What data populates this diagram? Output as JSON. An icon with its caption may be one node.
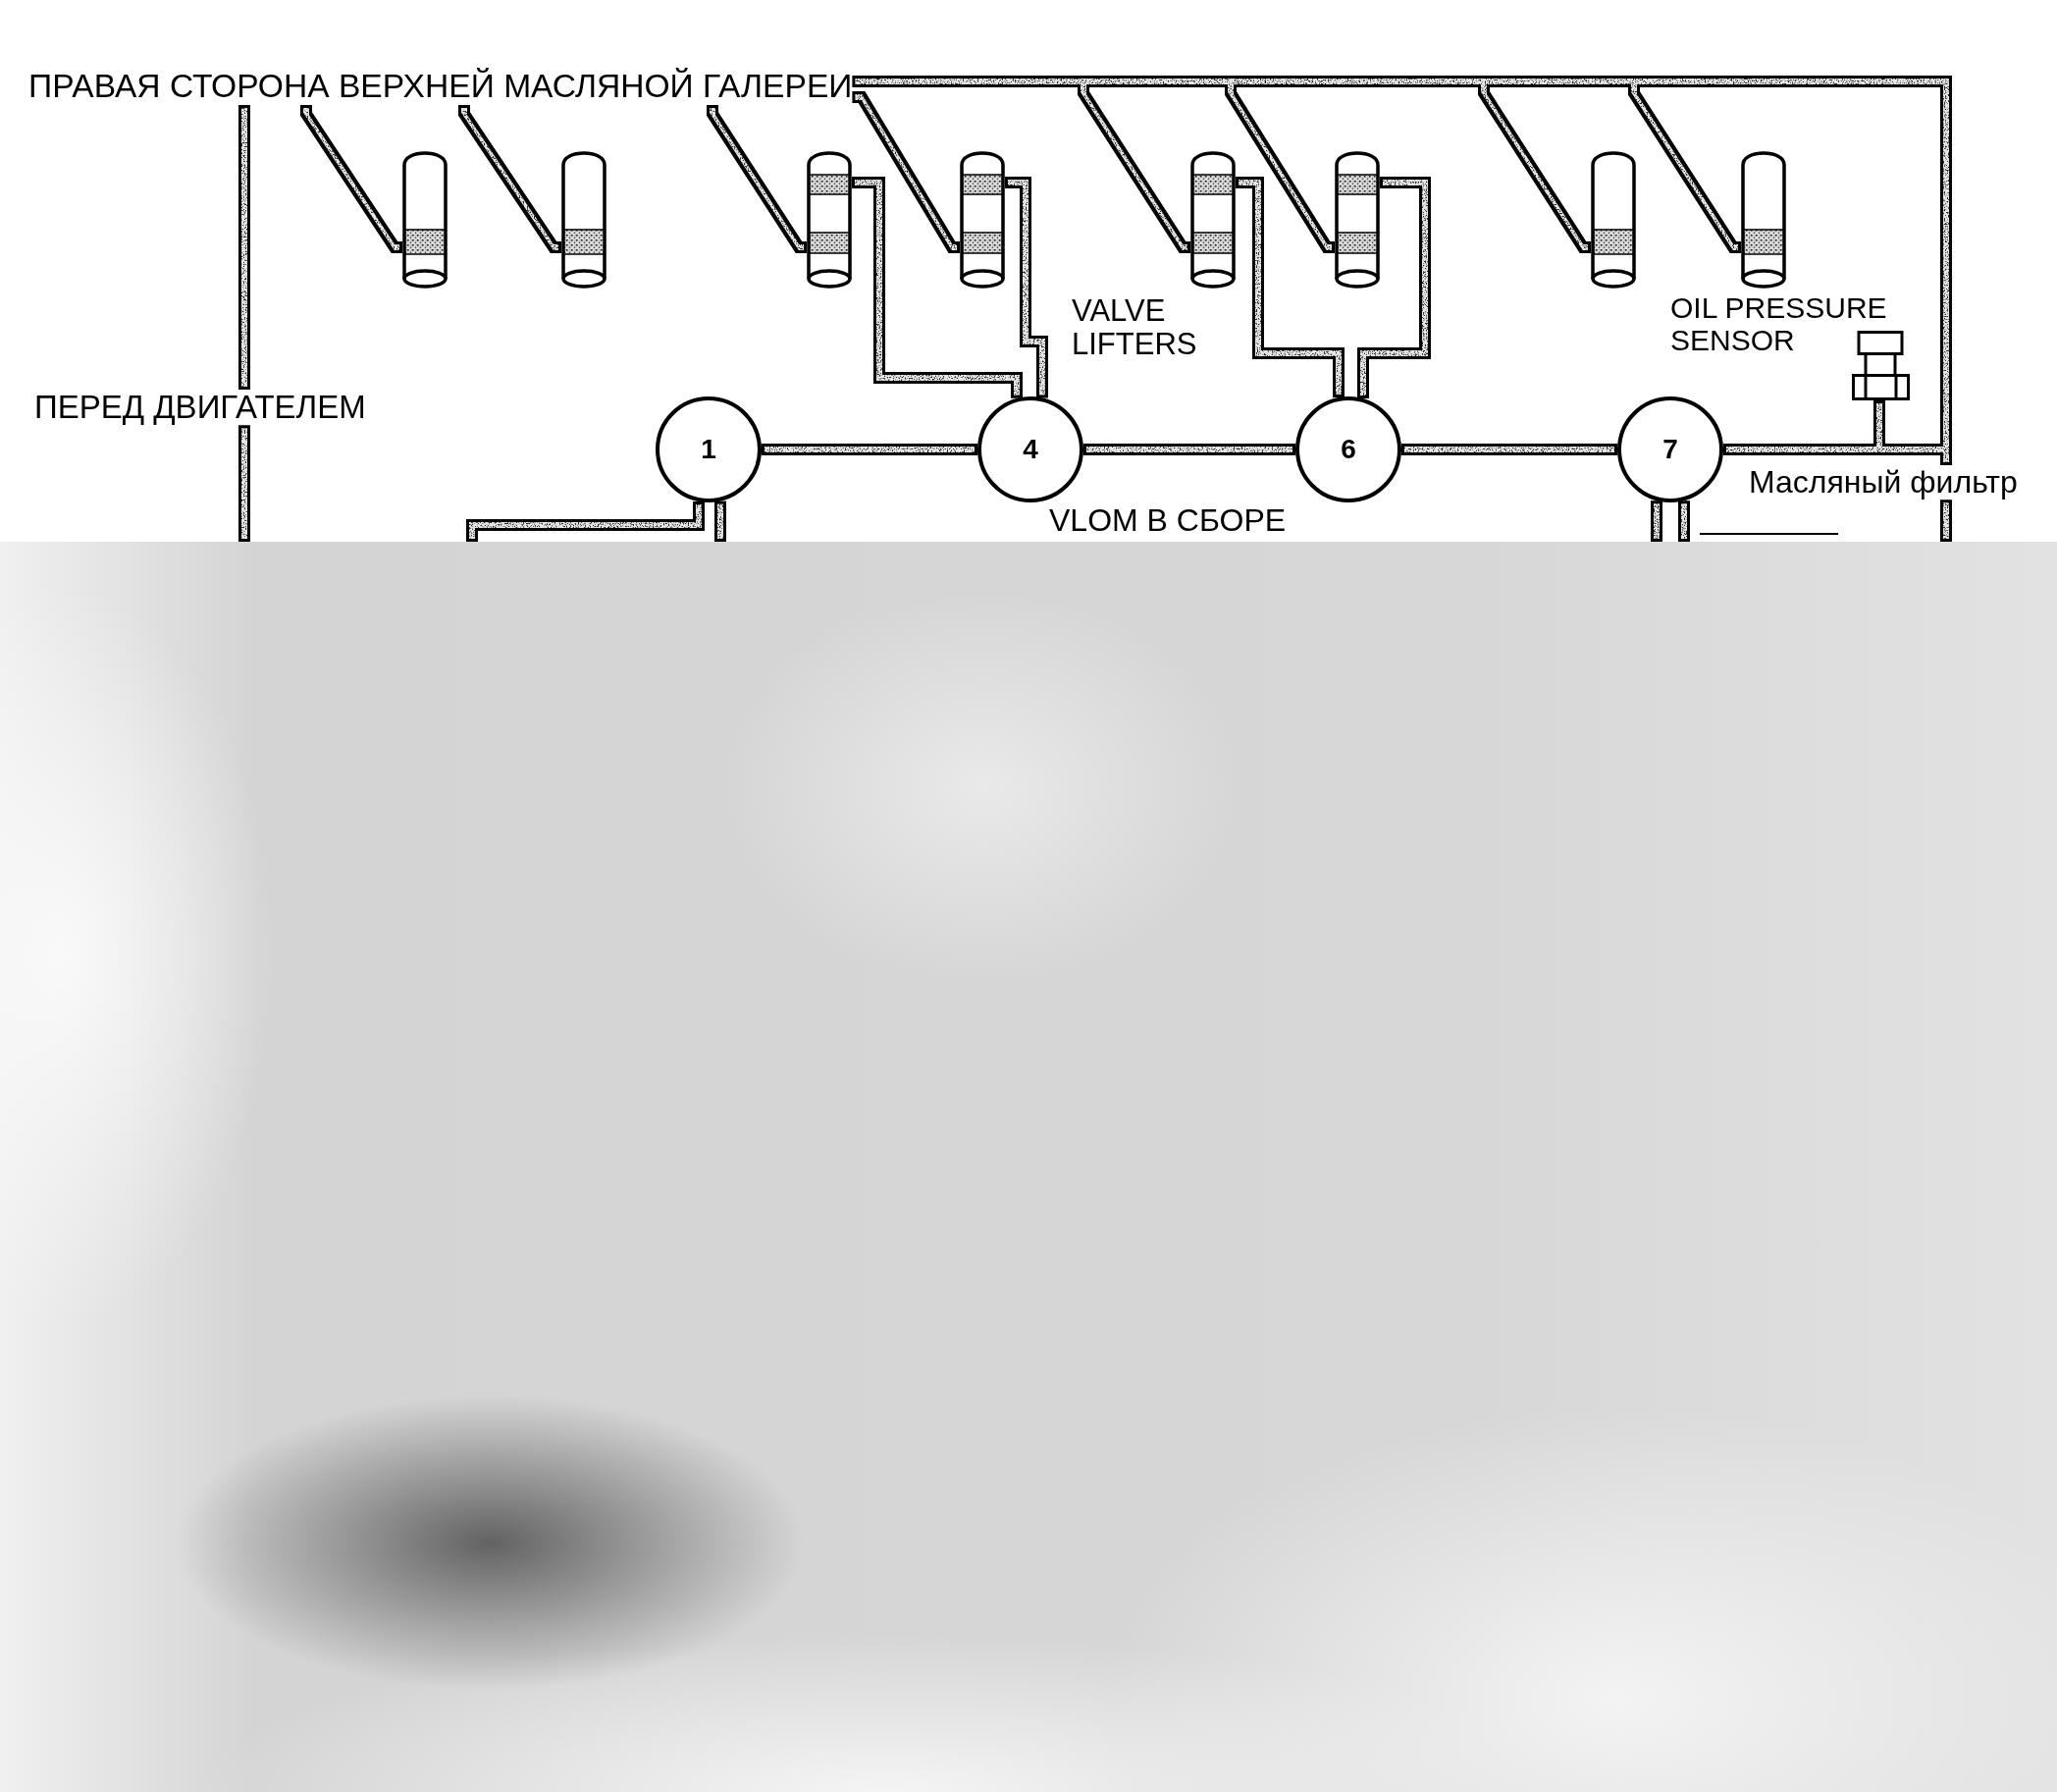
{
  "diagram": {
    "nodes": [
      {
        "text": [
          "ПРАВАЯ СТОРОНА ВЕРХНЕЙ МАСЛЯНОЙ ГАЛЕРЕИ"
        ]
      },
      {
        "text": [],
        "shape": "cylinder"
      },
      {
        "text": [],
        "shape": "cylinder"
      },
      {
        "text": [],
        "shape": "cylinder"
      },
      {
        "text": [],
        "shape": "cylinder"
      },
      {
        "text": [],
        "shape": "cylinder"
      },
      {
        "text": [],
        "shape": "cylinder"
      },
      {
        "text": [],
        "shape": "cylinder"
      },
      {
        "text": [],
        "shape": "cylinder"
      },
      {
        "text": [],
        "shape": "picture",
        "beside": [
          "OIL PRESSURE SENSOR"
        ]
      },
      {
        "text": [
          "ПЕРЕД ДВИГАТЕЛЕМ"
        ]
      },
      {
        "text": [
          "1"
        ]
      },
      {
        "text": [
          "4"
        ]
      },
      {
        "text": [
          "6"
        ]
      },
      {
        "text": [
          "7"
        ]
      },
      {
        "text": [
          "Масляный фильтр"
        ]
      }
    ],
    "edges": [
      {
        "from": 0,
        "to": 1,
        "arrow": "none"
      },
      {
        "from": 0,
        "to": 2,
        "arrow": "none"
      },
      {
        "from": 0,
        "to": 3,
        "arrow": "none"
      },
      {
        "from": 0,
        "to": 4,
        "arrow": "none"
      },
      {
        "from": null,
        "to": 5,
        "arrow": "none"
      },
      {
        "from": null,
        "to": 6,
        "arrow": "none"
      },
      {
        "from": null,
        "to": 7,
        "arrow": "none"
      },
      {
        "from": null,
        "to": 8,
        "arrow": "none"
      },
      {
        "from": 3,
        "to": 12,
        "arrow": "none"
      },
      {
        "from": 4,
        "to": 12,
        "arrow": "none"
      },
      {
        "from": 5,
        "to": 13,
        "arrow": "none"
      },
      {
        "from": 6,
        "to": 13,
        "arrow": "none"
      },
      {
        "from": 11,
        "to": 12,
        "arrow": "none"
      },
      {
        "from": 12,
        "to": 13,
        "arrow": "none"
      },
      {
        "from": 13,
        "to": 14,
        "arrow": "none"
      },
      {
        "from": 14,
        "to": 15,
        "arrow": "none"
      },
      {
        "from": 15,
        "to": 9,
        "arrow": "none"
      },
      {
        "from": 0,
        "to": 15,
        "arrow": "none"
      },
      {
        "from": 0,
        "to": 10,
        "arrow": "none"
      },
      {
        "from": 10,
        "to": null,
        "arrow": "none"
      },
      {
        "from": 15,
        "to": null,
        "arrow": "none"
      },
      {
        "from": 11,
        "to": null,
        "arrow": "none"
      },
      {
        "from": 11,
        "to": null,
        "arrow": "none"
      },
      {
        "from": 14,
        "to": null,
        "arrow": "none"
      },
      {
        "from": 14,
        "to": null,
        "arrow": "none"
      }
    ],
    "labels": [
      "VALVE LIFTERS",
      "VLOM В СБОРЕ"
    ]
  }
}
